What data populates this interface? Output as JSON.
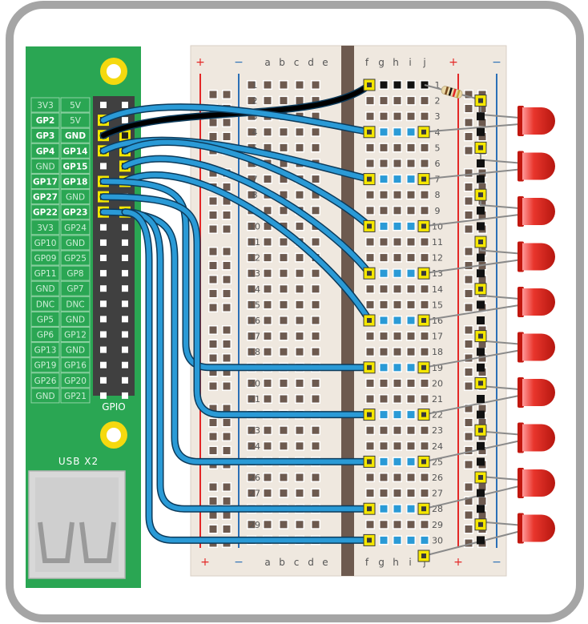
{
  "gpio_label": "GPIO",
  "usb_label": "USB X2",
  "pin_rows": [
    {
      "left": "3V3",
      "right": "5V",
      "left_used": false,
      "right_used": false
    },
    {
      "left": "GP2",
      "right": "5V",
      "left_used": true,
      "right_used": false
    },
    {
      "left": "GP3",
      "right": "GND",
      "left_used": true,
      "right_used": true
    },
    {
      "left": "GP4",
      "right": "GP14",
      "left_used": true,
      "right_used": true
    },
    {
      "left": "GND",
      "right": "GP15",
      "left_used": false,
      "right_used": true
    },
    {
      "left": "GP17",
      "right": "GP18",
      "left_used": true,
      "right_used": true
    },
    {
      "left": "GP27",
      "right": "GND",
      "left_used": true,
      "right_used": false
    },
    {
      "left": "GP22",
      "right": "GP23",
      "left_used": true,
      "right_used": true
    },
    {
      "left": "3V3",
      "right": "GP24",
      "left_used": false,
      "right_used": false
    },
    {
      "left": "GP10",
      "right": "GND",
      "left_used": false,
      "right_used": false
    },
    {
      "left": "GP09",
      "right": "GP25",
      "left_used": false,
      "right_used": false
    },
    {
      "left": "GP11",
      "right": "GP8",
      "left_used": false,
      "right_used": false
    },
    {
      "left": "GND",
      "right": "GP7",
      "left_used": false,
      "right_used": false
    },
    {
      "left": "DNC",
      "right": "DNC",
      "left_used": false,
      "right_used": false
    },
    {
      "left": "GP5",
      "right": "GND",
      "left_used": false,
      "right_used": false
    },
    {
      "left": "GP6",
      "right": "GP12",
      "left_used": false,
      "right_used": false
    },
    {
      "left": "GP13",
      "right": "GND",
      "left_used": false,
      "right_used": false
    },
    {
      "left": "GP19",
      "right": "GP16",
      "left_used": false,
      "right_used": false
    },
    {
      "left": "GP26",
      "right": "GP20",
      "left_used": false,
      "right_used": false
    },
    {
      "left": "GND",
      "right": "GP21",
      "left_used": false,
      "right_used": false
    }
  ],
  "breadboard": {
    "left_columns": [
      "a",
      "b",
      "c",
      "d",
      "e"
    ],
    "right_columns": [
      "f",
      "g",
      "h",
      "i",
      "j"
    ],
    "row_numbers": [
      "1",
      "2",
      "3",
      "4",
      "5",
      "6",
      "7",
      "8",
      "9",
      "10",
      "11",
      "12",
      "13",
      "14",
      "15",
      "16",
      "17",
      "18",
      "19",
      "20",
      "21",
      "22",
      "23",
      "24",
      "25",
      "26",
      "27",
      "28",
      "29",
      "30"
    ],
    "plus_sign": "+",
    "minus_sign": "−"
  },
  "led_rows": [
    2,
    5,
    8,
    11,
    14,
    17,
    20,
    23,
    26,
    29
  ],
  "wires": [
    {
      "pin": "GP3",
      "row": 1,
      "color": "#000000"
    },
    {
      "pin": "GP2",
      "row": 4,
      "color": "#2a9ad6"
    },
    {
      "pin": "GP4",
      "row": 7,
      "color": "#2a9ad6"
    },
    {
      "pin": "GP14",
      "row": 10,
      "color": "#2a9ad6"
    },
    {
      "pin": "GP15",
      "row": 13,
      "color": "#2a9ad6"
    },
    {
      "pin": "GP18",
      "row": 16,
      "color": "#2a9ad6"
    },
    {
      "pin": "GP17",
      "row": 19,
      "color": "#2a9ad6"
    },
    {
      "pin": "GP27",
      "row": 22,
      "color": "#2a9ad6"
    },
    {
      "pin": "GP22",
      "row": 25,
      "color": "#2a9ad6"
    },
    {
      "pin": "GP23",
      "row": 28,
      "color": "#2a9ad6"
    },
    {
      "pin": "GP23",
      "row": 30,
      "color": "#2a9ad6"
    }
  ],
  "colors": {
    "pcb": "#2aa653",
    "breadboard": "#efe8df",
    "wire_blue": "#2a9ad6",
    "wire_black": "#000000",
    "led_red": "#e2231a",
    "rail_red": "#e32726",
    "rail_blue": "#2b6fb6"
  }
}
